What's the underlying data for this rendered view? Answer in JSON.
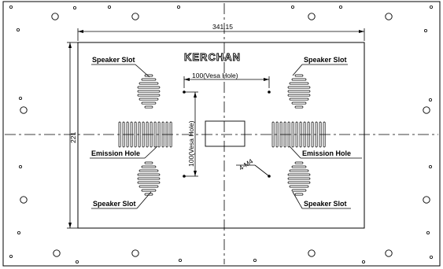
{
  "brand": {
    "text": "KERCHAN"
  },
  "dimensions": {
    "width": "341.15",
    "height": "221",
    "vesa_horizontal": "100(Vesa Hole)",
    "vesa_vertical": "100(Vesa Hole)",
    "screw_spec": "4-M4"
  },
  "labels": {
    "speaker_top_left": "Speaker Slot",
    "speaker_top_right": "Speaker Slot",
    "speaker_bottom_left": "Speaker Slot",
    "speaker_bottom_right": "Speaker Slot",
    "emission_left": "Emission Hole",
    "emission_right": "Emission Hole"
  },
  "colors": {
    "line": "#000000",
    "background": "#ffffff"
  }
}
